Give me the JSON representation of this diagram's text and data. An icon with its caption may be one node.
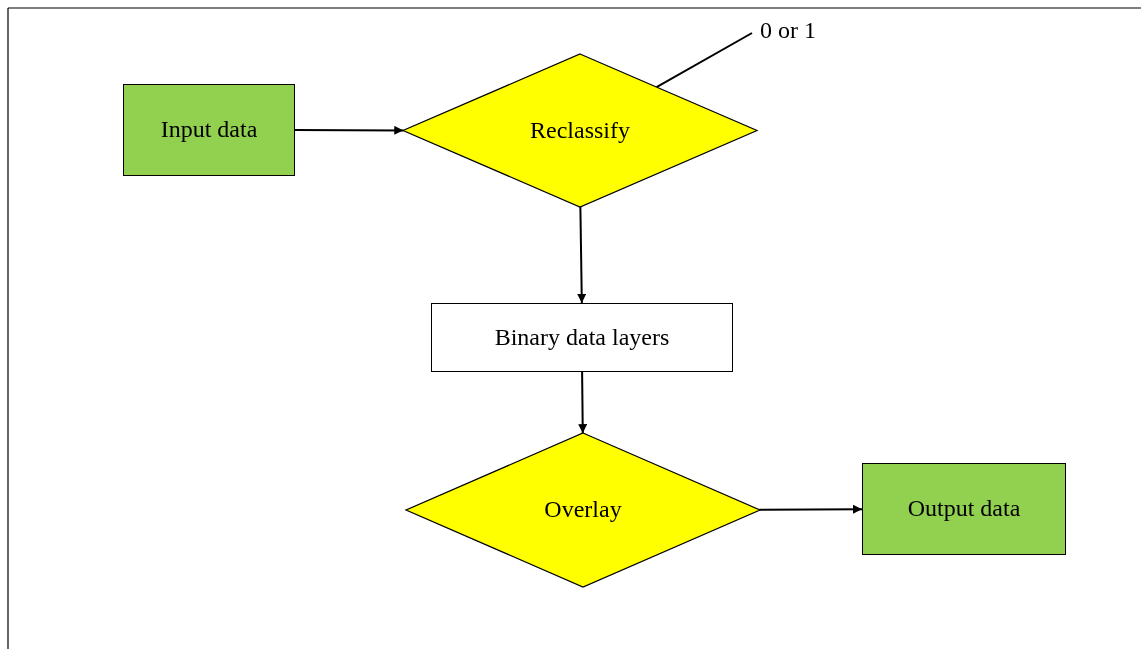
{
  "diagram": {
    "nodes": [
      {
        "text": [
          "Input data"
        ]
      },
      {
        "text": [
          "Reclassify"
        ]
      },
      {
        "text": [
          "0 or 1"
        ]
      },
      {
        "text": [
          "Binary data layers"
        ]
      },
      {
        "text": [
          "Overlay"
        ]
      },
      {
        "text": [
          "Output data"
        ]
      }
    ],
    "edges": [
      {
        "from": 0,
        "to": 1,
        "arrow": "to"
      },
      {
        "from": 2,
        "to": 1,
        "arrow": "none"
      },
      {
        "from": 1,
        "to": 3,
        "arrow": "to"
      },
      {
        "from": 3,
        "to": 4,
        "arrow": "to"
      },
      {
        "from": 4,
        "to": 5,
        "arrow": "to"
      }
    ]
  }
}
